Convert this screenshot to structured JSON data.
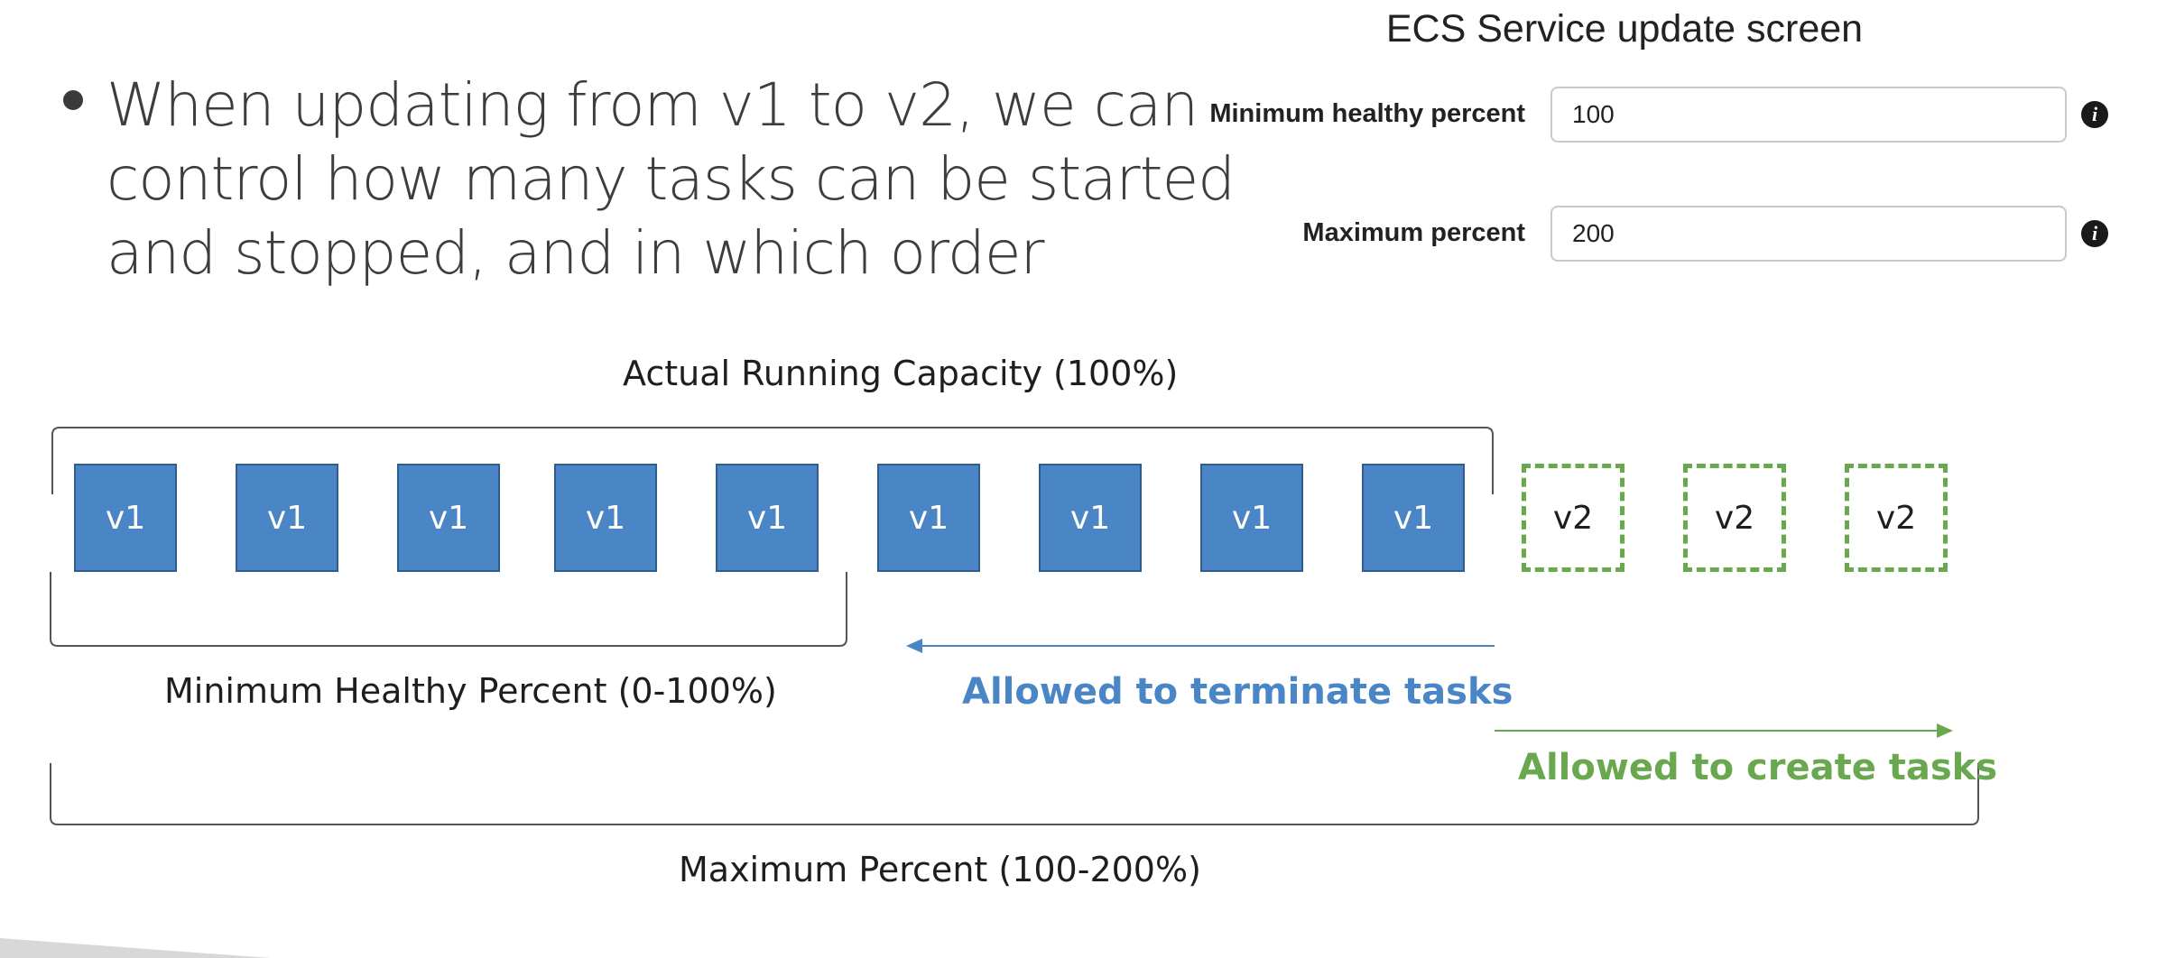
{
  "bullet": {
    "line1": "When updating from v1 to v2, we can",
    "line2": "control how many tasks can be started",
    "line3": "and stopped, and in which order"
  },
  "panel": {
    "title": "ECS Service update screen",
    "min_label": "Minimum healthy percent",
    "min_value": "100",
    "max_label": "Maximum percent",
    "max_value": "200",
    "info_glyph": "i"
  },
  "diagram": {
    "actual_capacity_label": "Actual Running Capacity (100%)",
    "min_healthy_label": "Minimum Healthy Percent (0-100%)",
    "terminate_label": "Allowed to terminate tasks",
    "create_label": "Allowed to create tasks",
    "max_percent_label": "Maximum Percent (100-200%)",
    "v1_tasks": [
      "v1",
      "v1",
      "v1",
      "v1",
      "v1",
      "v1",
      "v1",
      "v1",
      "v1"
    ],
    "v2_tasks": [
      "v2",
      "v2",
      "v2"
    ],
    "colors": {
      "v1_fill": "#4a86c5",
      "v2_border": "#6aa84f",
      "terminate": "#4a86c5",
      "create": "#6aa84f"
    }
  }
}
